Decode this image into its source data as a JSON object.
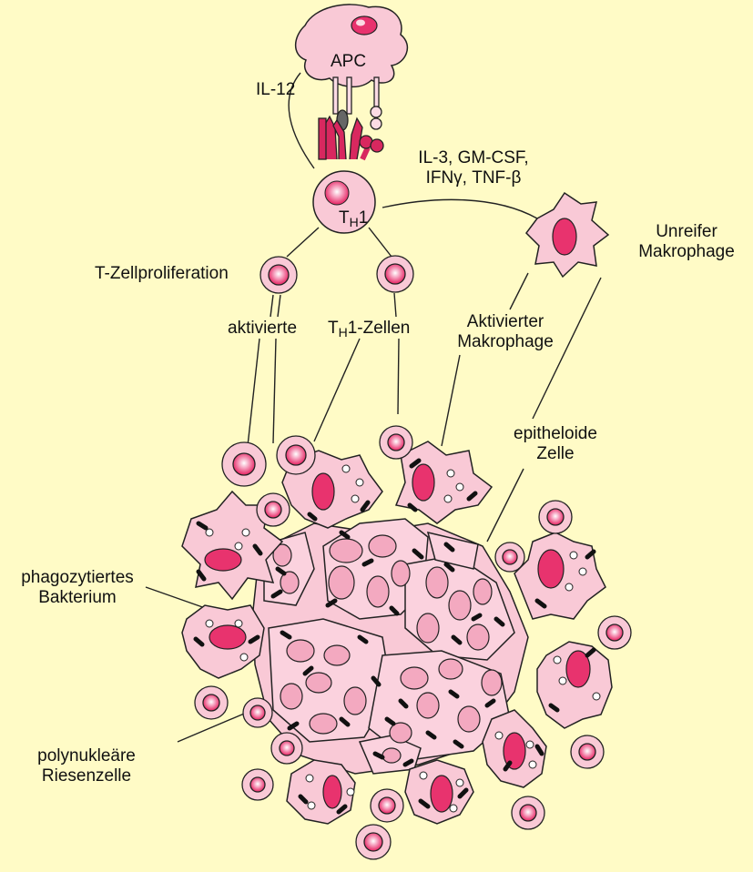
{
  "labels": {
    "apc": "APC",
    "il12": "IL-12",
    "cytokines_line1": "IL-3, GM-CSF,",
    "cytokines_line2": "IFNγ, TNF-β",
    "th1_main": "T",
    "th1_sub": "H",
    "th1_suffix": "1",
    "unreifer_line1": "Unreifer",
    "unreifer_line2": "Makrophage",
    "t_zellproliferation": "T-Zellproliferation",
    "aktivierte": "aktivierte",
    "th1_zellen_main": "T",
    "th1_zellen_sub": "H",
    "th1_zellen_suffix": "1-Zellen",
    "aktivierter_line1": "Aktivierter",
    "aktivierter_line2": "Makrophage",
    "epitheloide_line1": "epitheloide",
    "epitheloide_line2": "Zelle",
    "phagozytiertes_line1": "phagozytiertes",
    "phagozytiertes_line2": "Bakterium",
    "polynukleare_line1": "polynukleäre",
    "polynukleare_line2": "Riesenzelle"
  },
  "colors": {
    "background": "#fffbc6",
    "cell_fill": "#f9c9d6",
    "cell_light": "#fbdbe4",
    "nucleus": "#e8336e",
    "receptor": "#d8285f",
    "outline": "#222222",
    "bacterium": "#111111"
  }
}
